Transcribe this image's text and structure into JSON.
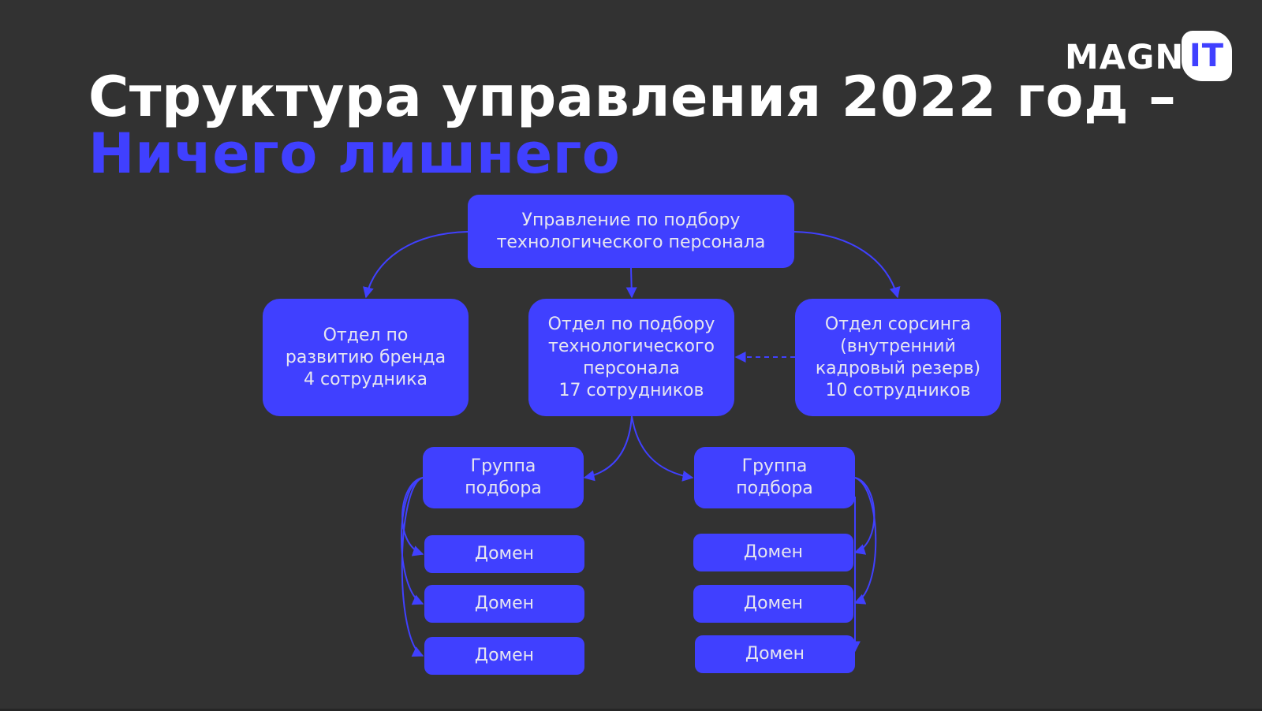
{
  "slide": {
    "title_line1": "Структура управления 2022 год –",
    "title_line2": "Ничего лишнего",
    "colors": {
      "background": "#323232",
      "accent": "#4040FF",
      "node_text": "#E6E6F0",
      "title": "#FFFFFF"
    }
  },
  "logo": {
    "text": "MAGN",
    "badge": "IT"
  },
  "org": {
    "root": {
      "lines": [
        "Управление по подбору",
        "технологического персонала"
      ]
    },
    "departments": [
      {
        "lines": [
          "Отдел по",
          "развитию бренда",
          "4 сотрудника"
        ]
      },
      {
        "lines": [
          "Отдел по подбору",
          "технологического",
          "персонала",
          "17 сотрудников"
        ]
      },
      {
        "lines": [
          "Отдел сорсинга",
          "(внутренний",
          "кадровый резерв)",
          "10 сотрудников"
        ]
      }
    ],
    "groups": [
      {
        "lines": [
          "Группа",
          "подбора"
        ],
        "domains": [
          "Домен",
          "Домен",
          "Домен"
        ]
      },
      {
        "lines": [
          "Группа",
          "подбора"
        ],
        "domains": [
          "Домен",
          "Домен",
          "Домен"
        ]
      }
    ]
  }
}
